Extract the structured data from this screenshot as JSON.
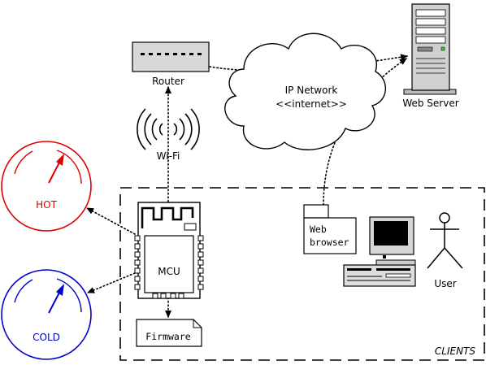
{
  "nodes": {
    "router": "Router",
    "cloud_line1": "IP Network",
    "cloud_line2": "<<internet>>",
    "web_server": "Web Server",
    "wifi": "Wi-Fi",
    "hot_gauge": "HOT",
    "cold_gauge": "COLD",
    "mcu": "MCU",
    "firmware": "Firmware",
    "browser_line1": "Web",
    "browser_line2": "browser",
    "user": "User",
    "clients_boundary": "CLIENTS"
  },
  "colors": {
    "hot": "#dd0000",
    "cold": "#0000cc",
    "line": "#000000"
  },
  "icons": [
    "router-icon",
    "cloud-icon",
    "server-tower-icon",
    "wifi-waves-icon",
    "gauge-icon",
    "chip-board-icon",
    "document-icon",
    "folder-icon",
    "desktop-computer-icon",
    "stick-figure-icon"
  ]
}
